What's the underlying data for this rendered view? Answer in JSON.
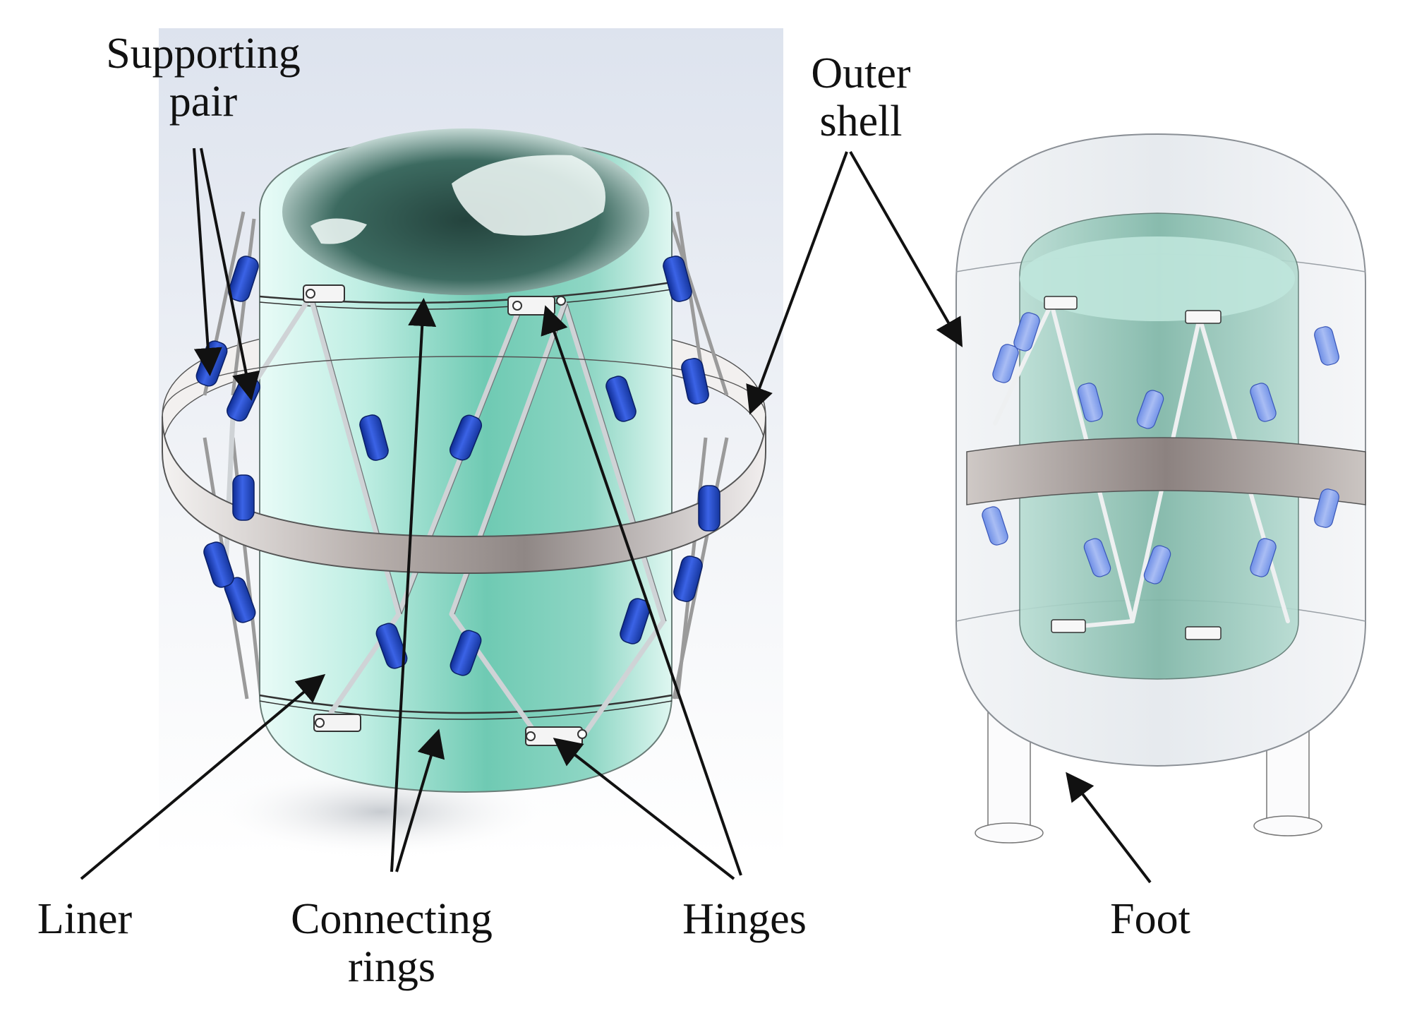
{
  "labels": {
    "supporting_pair": [
      "Supporting",
      "pair"
    ],
    "outer_shell": [
      "Outer",
      "shell"
    ],
    "liner": "Liner",
    "connecting_rings": [
      "Connecting",
      "rings"
    ],
    "hinges": "Hinges",
    "foot": "Foot"
  },
  "colors": {
    "liner_teal": "#7fd1bd",
    "liner_dark_top": "#1f3b36",
    "cylinder_blue": "#1f47c8",
    "band_gray": "#b9b2b0",
    "shell_glass": "#eef1f3",
    "arrow": "#111111"
  }
}
